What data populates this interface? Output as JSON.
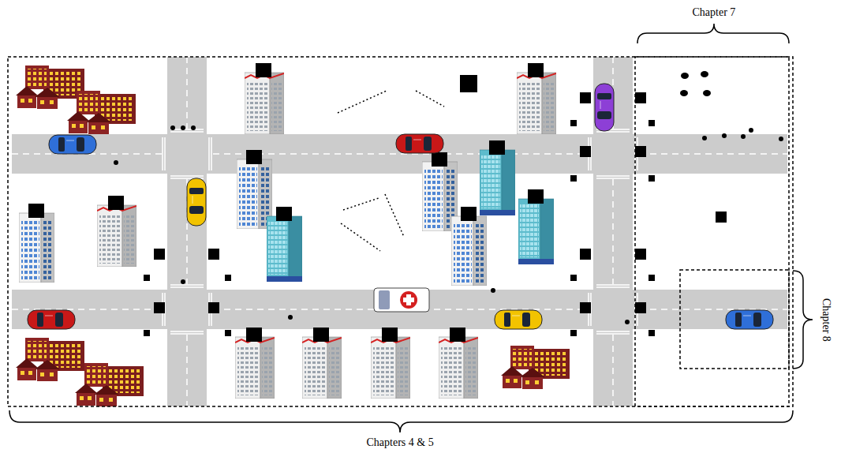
{
  "diagram": {
    "labels": [
      "Chapter 7",
      "Chapters 4 & 5",
      "Chapter 8"
    ]
  }
}
